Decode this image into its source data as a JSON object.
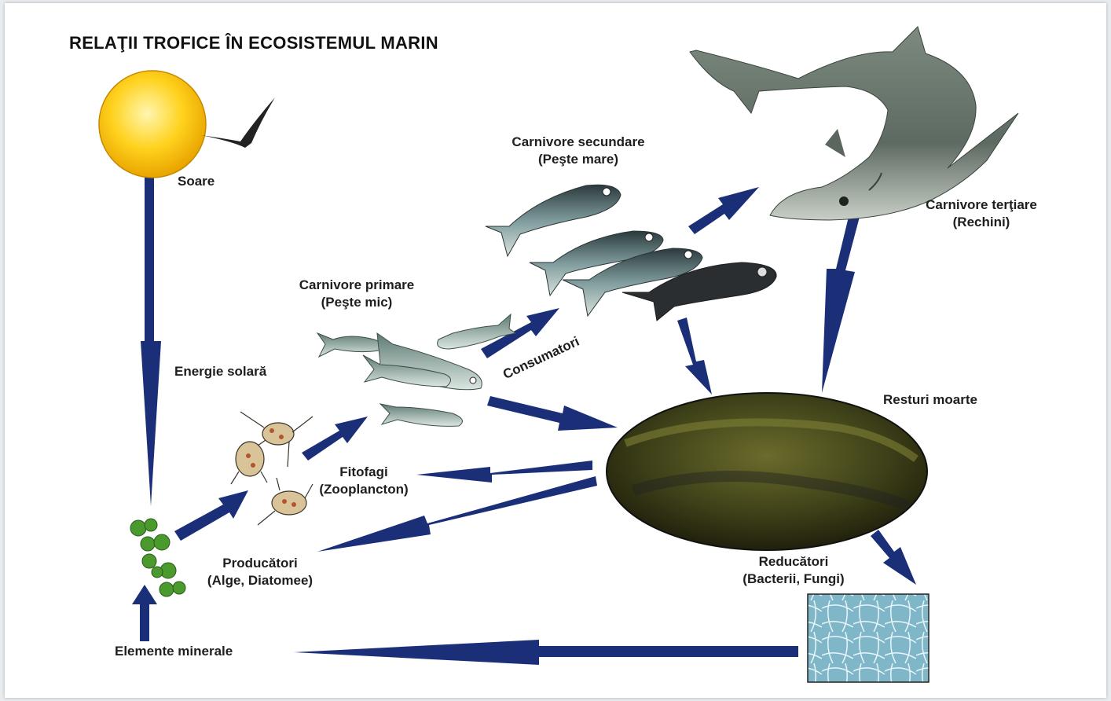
{
  "title": "RELAŢII TROFICE ÎN ECOSISTEMUL MARIN",
  "labels": {
    "sun": "Soare",
    "solar_energy": "Energie solară",
    "secondary": [
      "Carnivore secundare",
      "(Peşte mare)"
    ],
    "tertiary": [
      "Carnivore terţiare",
      "(Rechini)"
    ],
    "primary": [
      "Carnivore primare",
      "(Peşte mic)"
    ],
    "consumers": "Consumatori",
    "dead_remains": "Resturi moarte",
    "herbivores": [
      "Fitofagi",
      "(Zooplancton)"
    ],
    "producers": [
      "Producători",
      "(Alge, Diatomee)"
    ],
    "decomposers": [
      "Reducători",
      "(Bacterii, Fungi)"
    ],
    "minerals": "Elemente minerale"
  },
  "colors": {
    "arrow": "#1a2f78",
    "sun": "#f5c400",
    "sediment": "#4a4e22",
    "algae": "#4a9a2e",
    "decomposer_bg": "#8fc4d4"
  },
  "icons": [
    "sun-icon",
    "bird-icon",
    "shark-icon",
    "large-fish-icon",
    "small-fish-icon",
    "zooplankton-icon",
    "algae-icon",
    "sediment-ellipse",
    "decomposer-image"
  ]
}
